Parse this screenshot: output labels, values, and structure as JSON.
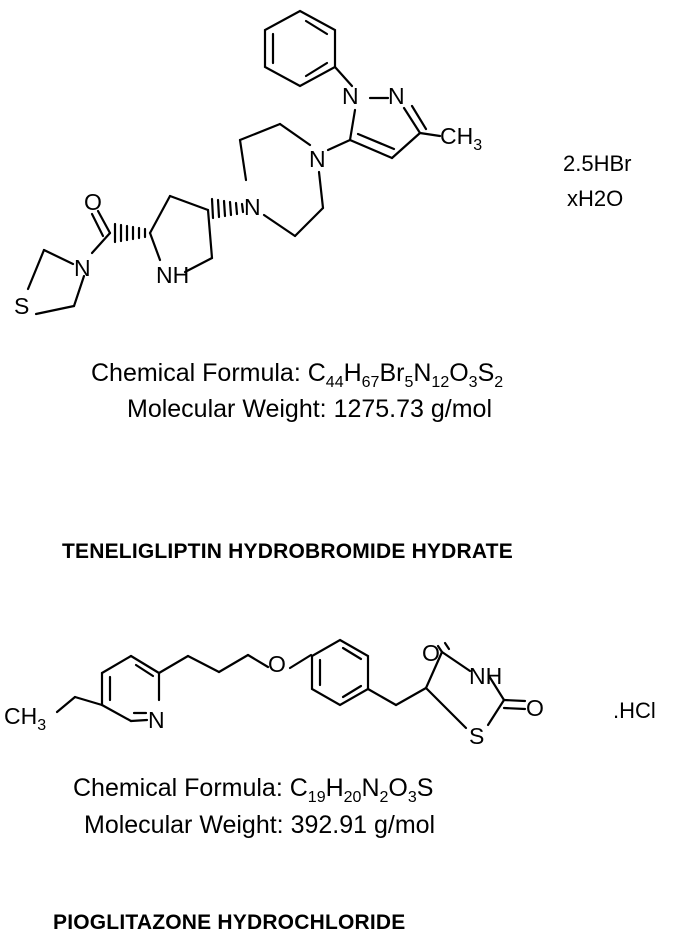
{
  "compounds": [
    {
      "name": "TENELIGLIPTIN HYDROBROMIDE HYDRATE",
      "salt_line1": "2.5HBr",
      "salt_line2": "xH2O",
      "formula_label": "Chemical Formula: ",
      "formula_parts": [
        {
          "t": "C"
        },
        {
          "t": "44",
          "s": true
        },
        {
          "t": "H"
        },
        {
          "t": "67",
          "s": true
        },
        {
          "t": "Br"
        },
        {
          "t": "5",
          "s": true
        },
        {
          "t": "N"
        },
        {
          "t": "12",
          "s": true
        },
        {
          "t": "O"
        },
        {
          "t": "3",
          "s": true
        },
        {
          "t": "S"
        },
        {
          "t": "2",
          "s": true
        }
      ],
      "mw_text": "Molecular Weight: 1275.73 g/mol",
      "atom_labels": {
        "N_pyr1": "N",
        "N_pyr2": "N",
        "ch3": "CH",
        "ch3_sub": "3",
        "N_pip1": "N",
        "N_pip2": "N",
        "O": "O",
        "N_amide": "N",
        "S": "S",
        "NH": "NH"
      }
    },
    {
      "name": "PIOGLITAZONE HYDROCHLORIDE",
      "salt_line1": ".HCl",
      "formula_label": "Chemical Formula: ",
      "formula_parts": [
        {
          "t": "C"
        },
        {
          "t": "19",
          "s": true
        },
        {
          "t": "H"
        },
        {
          "t": "20",
          "s": true
        },
        {
          "t": "N"
        },
        {
          "t": "2",
          "s": true
        },
        {
          "t": "O"
        },
        {
          "t": "3",
          "s": true
        },
        {
          "t": "S"
        }
      ],
      "mw_text": "Molecular Weight: 392.91 g/mol",
      "atom_labels": {
        "ch3": "CH",
        "ch3_sub": "3",
        "N_pyridine": "N",
        "O_ether": "O",
        "O_carbonyl1": "O",
        "NH": "NH",
        "O_carbonyl2": "O",
        "S": "S"
      }
    }
  ]
}
